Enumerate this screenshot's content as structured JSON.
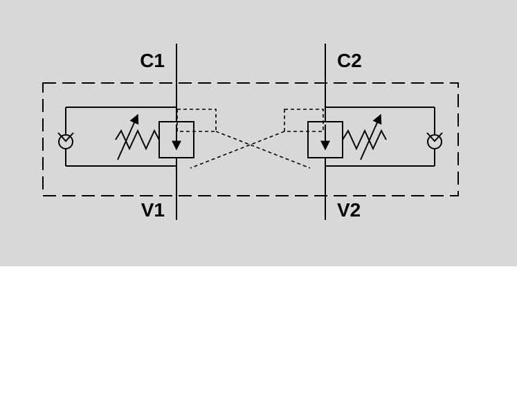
{
  "diagram": {
    "kind": "hydraulic-schematic",
    "background": "#d8d8d8",
    "page_background": "#ffffff",
    "line_color": "#000000",
    "ports": {
      "c1": "C1",
      "c2": "C2",
      "v1": "V1",
      "v2": "V2"
    }
  }
}
